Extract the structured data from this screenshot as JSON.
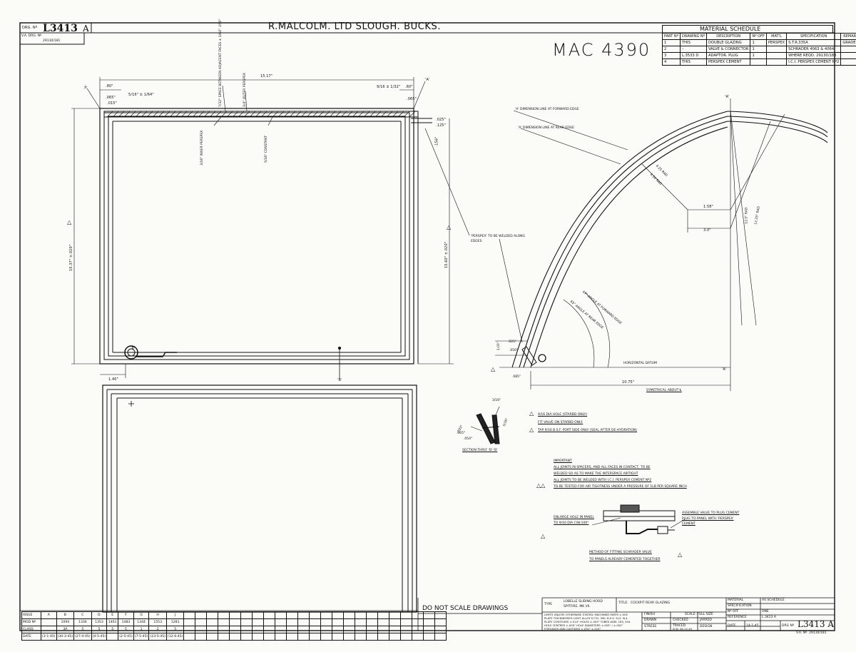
{
  "title_block": {
    "drg_no_label": "DRG. Nº",
    "drg_no": "L3413",
    "drg_issue": "A",
    "va_drg_label": "V.A. DRG. Nº",
    "va_drg": "29130/181",
    "company": "R.MALCOLM. LTD   SLOUGH. BUCKS.",
    "handwritten": "MAC 4390",
    "do_not_scale": "DO  NOT SCALE  DRAWINGS"
  },
  "material_schedule": {
    "title": "MATERIAL  SCHEDULE",
    "headers": [
      "PART Nº",
      "DRAWING Nº",
      "DESCRIPTION",
      "Nº OFF",
      "MAT'L",
      "SPECIFICATION",
      "REMARKS"
    ],
    "rows": [
      [
        "1",
        "THIS",
        "DOUBLE GLAZING",
        "1",
        "PERSPEX",
        "S.T.R.335A",
        "GRADE 'A'"
      ],
      [
        "2",
        "–",
        "VALVE & CONNECTOR",
        "1",
        "",
        "SCHRADER 4063 & 4064",
        ""
      ],
      [
        "3",
        "L.3533 D",
        "ADAPTOR. PLUG",
        "1",
        "",
        "WHERE REQD. 29130/183",
        ""
      ],
      [
        "4",
        "THIS",
        "PERSPEX  CEMENT",
        "",
        "",
        "I.C.I. PERSPEX CEMENT Nº2",
        ""
      ]
    ]
  },
  "front_view": {
    "dims": {
      "d080": ".80\"",
      "d065": ".065\"",
      "d015": ".015\"",
      "d1517": "15.17\"",
      "d060": ".60\"",
      "d065b": ".065\"",
      "d5_16": "5/16\" ± 1/64\"",
      "d9_16": "9/16 ± 1/32\"",
      "dspace": "7/32\" SPACE BETWEEN ADJACENT FACES ± 1/64\" .050\"",
      "douter": "1/4\" OUTER PERSPEX",
      "dinner": "3/16\" INNER PERSPEX",
      "dconst": "5/16\" CONSTANT",
      "dleft_height": "15.37\" ±.020\"",
      "dright_height": "15.60\" ±.020\"",
      "d025": ".025\"",
      "d125": ".125\"",
      "d156": ".156\"",
      "d140": "1.40\"",
      "markB": "'B'",
      "markA": "'A'"
    }
  },
  "side_view": {
    "note_forward": "'A' DIMENSION LINE AT FORWARD EDGE",
    "note_rear": "'A' DIMENSION LINE AT REAR EDGE",
    "note_weld": "'PERSPEX' TO BE WELDED ALONG EDGES",
    "dims": {
      "r1": "1.58\"",
      "r2": "3.0\"",
      "r3": "4.25 RAD",
      "r4": "4.50 RAD",
      "r5": "12.0\" RAD",
      "r6": "12.25\" RAD",
      "a1": "67° ANGLE AT FORWARD EDGE",
      "a2": "65° ANGLE AT REAR EDGE",
      "h1": "1.00\"",
      "h2": ".025\"",
      "h3": ".050\"",
      "h4": ".085\"",
      "datum": "HORIZONTAL DATUM",
      "w1": "10.75\"",
      "sym": "SYMETRICAL ABOUT ℄"
    }
  },
  "section": {
    "label": "SECTION THRO' 'B'-'B'",
    "d1": ".065\"",
    "d2": ".054\"",
    "d3": ".093\"",
    "d4": "3/16\"",
    "d5": "5/16\""
  },
  "hole_notes": [
    "9/16 DIA HOLE (STARBD ONLY)",
    "FIT VALVE ON STARBD ONLY.",
    "TAP 9/16 B.S.F. PORT SIDE ONLY  (SEAL AFTER DE-HYDRATION)"
  ],
  "important": {
    "heading": "IMPORTANT",
    "lines": [
      "ALL JOINTS IN SPACERS, AND ALL FACES IN CONTACT, TO BE",
      "WELDED SO AS TO MAKE THE INTERSPACE AIRTIGHT",
      "ALL JOINTS TO BE WELDED WITH I.C.I. PERSPEX CEMENT Nº2",
      "TO BE TESTED FOR AIR TIGHTNESS UNDER A PRESSURE OF 1LB PER SQUARE INCH"
    ]
  },
  "fitting": {
    "enlarge": "ENLARGE HOLE IN PANEL TO 9/16 DIA CSK-100°",
    "assemble": "ASSEMBLE VALVE TO PLUG CEMENT PLUG TO PANEL WITH 'PERSPEX' CEMENT",
    "method_1": "METHOD OF FITTING SCHRADER VALVE",
    "method_2": "TO PANELS ALREADY CEMENTED TOGETHER"
  },
  "issue_table": {
    "row_labels": [
      "ISSUE",
      "MOD Nº",
      "CLASS",
      "DATE"
    ],
    "issues": [
      "A",
      "B",
      "C",
      "D",
      "E",
      "F",
      "G",
      "H",
      "J"
    ],
    "mods": [
      "",
      "1094",
      "1336",
      "1353",
      "1461",
      "1483",
      "1344",
      "1553",
      "1281"
    ],
    "classes": [
      "",
      "3A",
      "5",
      "5",
      "5",
      "5",
      "1",
      "2",
      "5"
    ],
    "dates": [
      "(3-1-45)",
      "(30-3-45)",
      "(27-4-45)",
      "(4-5-45)",
      "",
      "(2-5-45)",
      "(7-5-45)",
      "(23-5-45)",
      "(12-6-45)"
    ]
  },
  "bottom_block": {
    "type_label": "TYPE",
    "type_value": "LOBELLE SLIDING HOOD SPITFIRE. MK VII.",
    "title_label": "TITLE:",
    "title_value": "COCKPIT REAR GLAZING",
    "limits": [
      "LIMITS UNLESS OTHERWISE STATED: MACHINED PARTS ±.005",
      "PLATE THICKNESSES LIGHT ALLOY D.T.D. 390, B.S.S. 5L3, 5L4",
      "PLATE CONTOURS ±.010\" HOLES ±.005\"  TUBES ADM. 165, 454",
      "HOLE CENTRES ±.005\"  HOLE DIAMETERS ±.005\" / ±.002\"",
      "FORGINGS AND CASTINGS ±.030\" ±.015\""
    ],
    "finish": "FINISH",
    "scale": "SCALE: FULL SIZE",
    "drawn": "DRAWN",
    "checked": "CHECKED",
    "checked_by": "JARRED",
    "stress": "STRESS",
    "traced": "TRACED",
    "traced_date": "D.W. 28-12-45",
    "design": "DESIGN",
    "material_label": "MATERIAL",
    "material_value": "AS SCHEDULE",
    "spec_label": "SPECIFICATION",
    "off_label": "Nº OFF",
    "off_value": "ONE",
    "reference_label": "REFERENCE",
    "reference_value": "L.3413 A",
    "date_label": "DATE.",
    "date_value": "14-1-45",
    "drg_label": "DRG Nº",
    "drg_value": "L3413 A",
    "va_no": "V.A. Nº. 29130/181"
  }
}
